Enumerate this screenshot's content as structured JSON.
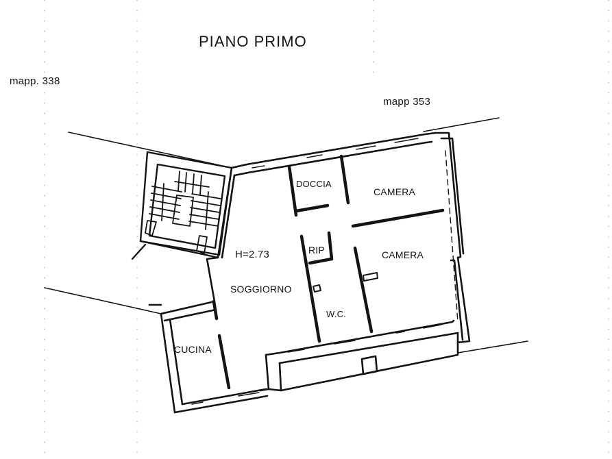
{
  "title": "PIANO PRIMO",
  "parcels": {
    "left": "mapp. 338",
    "right": "mapp 353"
  },
  "ceiling_height": "H=2.73",
  "rooms": {
    "doccia": "DOCCIA",
    "camera_top": "CAMERA",
    "rip": "RIP",
    "camera_mid": "CAMERA",
    "soggiorno": "SOGGIORNO",
    "wc": "W.C.",
    "cucina": "CUCINA"
  },
  "colors": {
    "ink": "#141414",
    "paper": "#ffffff"
  }
}
